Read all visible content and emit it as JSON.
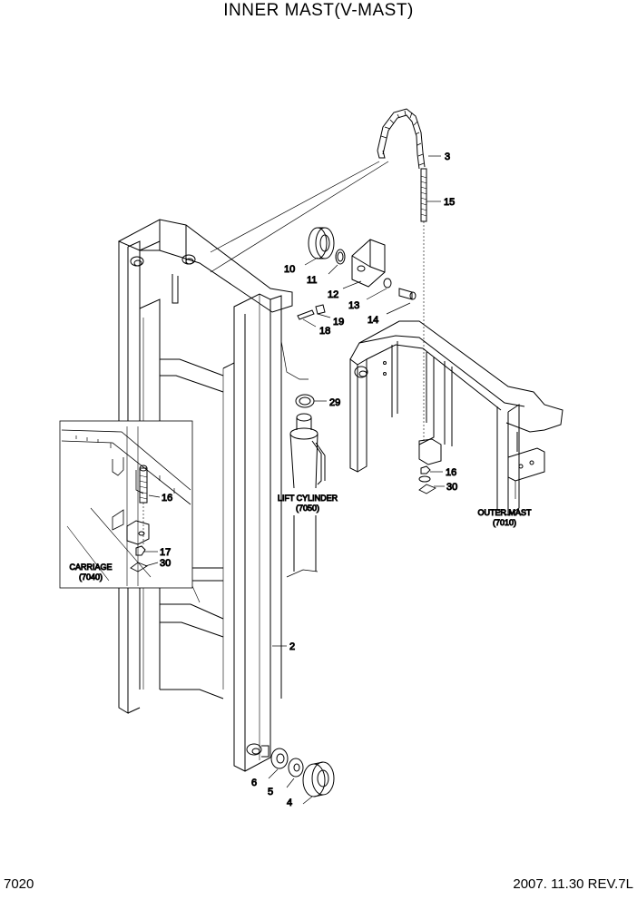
{
  "title": "INNER MAST(V-MAST)",
  "footer": {
    "page_code": "7020",
    "date_rev": "2007. 11.30  REV.7L"
  },
  "callouts": {
    "c2": "2",
    "c3": "3",
    "c4": "4",
    "c5": "5",
    "c6": "6",
    "c10": "10",
    "c11": "11",
    "c12": "12",
    "c13": "13",
    "c14": "14",
    "c15": "15",
    "c16a": "16",
    "c16b": "16",
    "c17": "17",
    "c18": "18",
    "c19": "19",
    "c29": "29",
    "c30a": "30",
    "c30b": "30"
  },
  "references": {
    "lift_cylinder": {
      "name": "LIFT CYLINDER",
      "code": "(7050)"
    },
    "outer_mast": {
      "name": "OUTER MAST",
      "code": "(7010)"
    },
    "carriage": {
      "name": "CARRIAGE",
      "code": "(7040)"
    }
  }
}
